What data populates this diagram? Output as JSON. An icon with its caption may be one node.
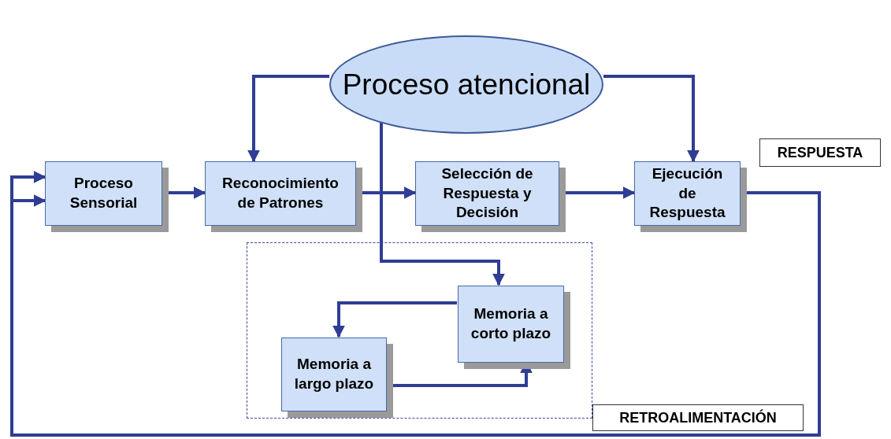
{
  "diagram": {
    "nodes": [
      {
        "text": [
          "Proceso atencional"
        ]
      },
      {
        "text": [
          "Proceso Sensorial"
        ]
      },
      {
        "text": [
          "Reconocimiento de Patrones"
        ]
      },
      {
        "text": [
          "Selección de Respuesta y Decisión"
        ]
      },
      {
        "text": [
          "Ejecución de Respuesta"
        ]
      },
      {
        "text": [
          "RESPUESTA"
        ]
      },
      {
        "text": [],
        "shape": "box"
      },
      {
        "text": [
          "Memoria a corto plazo"
        ],
        "in": 6
      },
      {
        "text": [
          "Memoria a largo plazo"
        ],
        "in": 6
      },
      {
        "text": [
          "RETROALIMENTACIÓN"
        ]
      }
    ],
    "edges": [
      {
        "from": 0,
        "to": 2,
        "arrow": "to"
      },
      {
        "from": 0,
        "to": 4,
        "arrow": "to"
      },
      {
        "from": 0,
        "to": 7,
        "arrow": "to"
      },
      {
        "from": 1,
        "to": 2,
        "arrow": "to"
      },
      {
        "from": 2,
        "to": 3,
        "arrow": "to"
      },
      {
        "from": 3,
        "to": 4,
        "arrow": "to"
      },
      {
        "from": 4,
        "to": 1,
        "arrow": "to"
      },
      {
        "from": 4,
        "to": 1,
        "arrow": "to"
      },
      {
        "from": 7,
        "to": 8,
        "arrow": "to"
      },
      {
        "from": 8,
        "to": 7,
        "arrow": "to"
      }
    ]
  }
}
